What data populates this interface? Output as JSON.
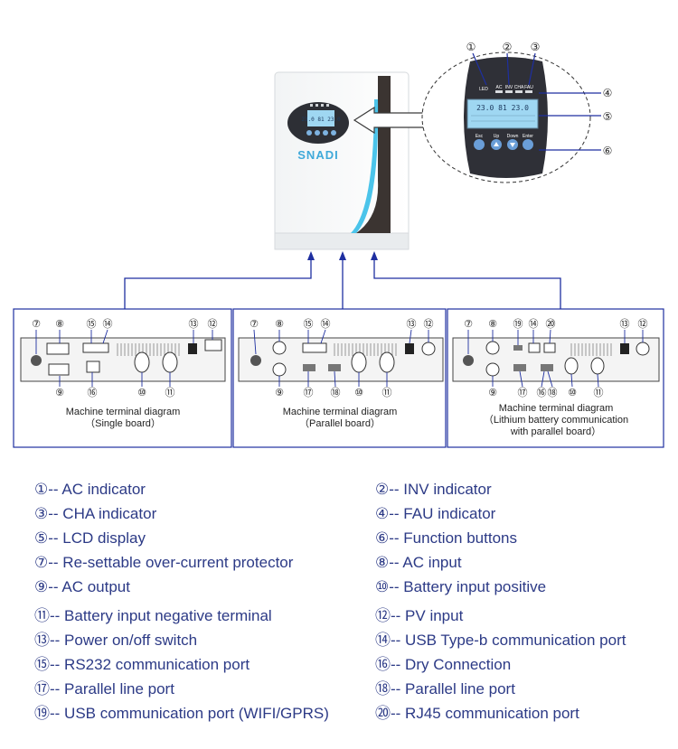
{
  "inverter": {
    "brand": "SNADI",
    "lcd_text": "23.0  81  23.0"
  },
  "zoom_panel": {
    "indicator_labels": [
      "LED",
      "AC",
      "INV",
      "CHA",
      "FAU"
    ],
    "lcd_text": "23.0  81  23.0",
    "button_labels": [
      "Esc",
      "Up",
      "Down",
      "Enter"
    ]
  },
  "callouts_top": [
    "①",
    "②",
    "③",
    "④",
    "⑤",
    "⑥"
  ],
  "boards": [
    {
      "title_line1": "Machine terminal diagram",
      "title_line2": "（Single board）",
      "title_line3": "",
      "callouts_top": [
        "⑦",
        "⑧",
        "⑮",
        "⑭",
        "⑬",
        "⑫"
      ],
      "callouts_bottom": [
        "⑨",
        "⑯",
        "⑩",
        "⑪"
      ]
    },
    {
      "title_line1": "Machine terminal diagram",
      "title_line2": "（Parallel board）",
      "title_line3": "",
      "callouts_top": [
        "⑦",
        "⑧",
        "⑮",
        "⑭",
        "⑬",
        "⑫"
      ],
      "callouts_bottom": [
        "⑨",
        "⑰",
        "⑱",
        "⑩",
        "⑪"
      ]
    },
    {
      "title_line1": "Machine terminal diagram",
      "title_line2": "（Lithium battery communication",
      "title_line3": "with parallel board）",
      "callouts_top": [
        "⑦",
        "⑧",
        "⑲",
        "⑭",
        "⑳",
        "⑬",
        "⑫"
      ],
      "callouts_bottom": [
        "⑨",
        "⑰",
        "⑯",
        "⑱",
        "⑩",
        "⑪"
      ]
    }
  ],
  "legend": {
    "left": [
      {
        "num": "①",
        "text": "-- AC indicator"
      },
      {
        "num": "③",
        "text": "-- CHA indicator"
      },
      {
        "num": "⑤",
        "text": "-- LCD display"
      },
      {
        "num": "⑦",
        "text": "-- Re-settable over-current protector"
      },
      {
        "num": "⑨",
        "text": "-- AC output"
      },
      {
        "num": "⑪",
        "text": "-- Battery input negative terminal"
      },
      {
        "num": "⑬",
        "text": "-- Power on/off switch"
      },
      {
        "num": "⑮",
        "text": "-- RS232 communication port"
      },
      {
        "num": "⑰",
        "text": "-- Parallel line port"
      },
      {
        "num": "⑲",
        "text": "-- USB communication port (WIFI/GPRS)"
      }
    ],
    "right": [
      {
        "num": "②",
        "text": "-- INV indicator"
      },
      {
        "num": "④",
        "text": "-- FAU indicator"
      },
      {
        "num": "⑥",
        "text": "-- Function buttons"
      },
      {
        "num": "⑧",
        "text": "-- AC input"
      },
      {
        "num": "⑩",
        "text": "-- Battery input positive"
      },
      {
        "num": "⑫",
        "text": "-- PV input"
      },
      {
        "num": "⑭",
        "text": "-- USB Type-b communication port"
      },
      {
        "num": "⑯",
        "text": "-- Dry Connection"
      },
      {
        "num": "⑱",
        "text": "-- Parallel line port"
      },
      {
        "num": "⑳",
        "text": "-- RJ45 communication port"
      }
    ]
  },
  "colors": {
    "line_blue": "#1e2fa0",
    "text_blue": "#2c3a86",
    "lcd_blue": "#9fd7f2",
    "button_blue": "#5b8fd0",
    "accent_cyan": "#3fc0e6"
  }
}
